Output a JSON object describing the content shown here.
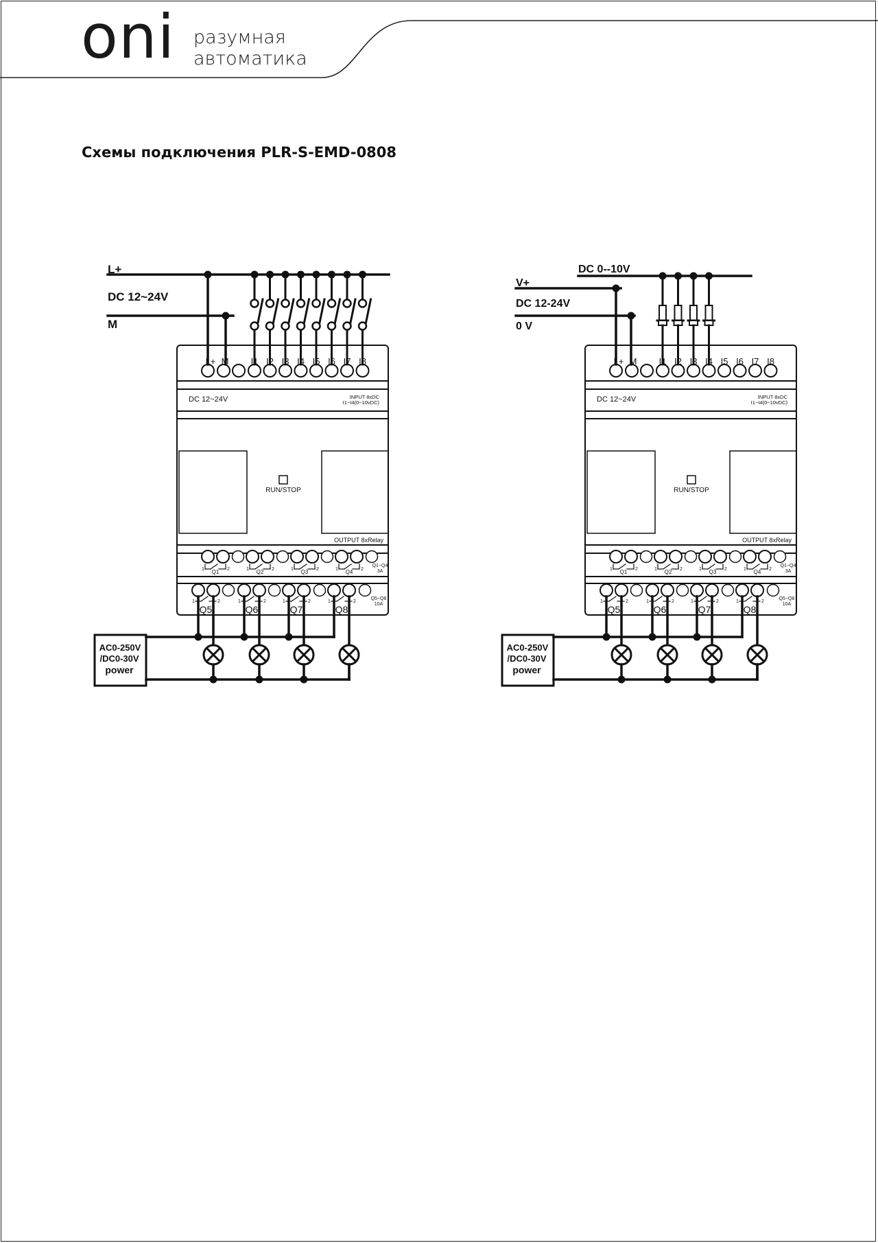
{
  "header": {
    "brand": "oni",
    "tagline_line1": "разумная",
    "tagline_line2": "автоматика"
  },
  "document_title": "Схемы подключения PLR-S-EMD-0808",
  "diagrams": [
    {
      "id": "left",
      "supply_labels": [
        "L+",
        "DC  12~24V",
        "M"
      ],
      "analog_label": "",
      "load_supply_lines": [
        "AC0-250V",
        "/DC0-30V",
        "power"
      ]
    },
    {
      "id": "right",
      "supply_labels": [
        "V+",
        "DC 12-24V",
        "0 V"
      ],
      "analog_label": "DC 0--10V",
      "load_supply_lines": [
        "AC0-250V",
        "/DC0-30V",
        "power"
      ]
    }
  ],
  "module": {
    "power_terminals": [
      "L+",
      "M"
    ],
    "inputs": [
      "I1",
      "I2",
      "I3",
      "I4",
      "I5",
      "I6",
      "I7",
      "I8"
    ],
    "supply_rating": "DC 12~24V",
    "input_info_line1": "INPUT 8xDC",
    "input_info_line2": "I1~I4(0~10vDC)",
    "run_stop_label": "RUN/STOP",
    "output_info": "OUTPUT 8xRelay",
    "upper_outputs": [
      "Q1",
      "Q2",
      "Q3",
      "Q4"
    ],
    "upper_rating_line1": "Q1~Q4",
    "upper_rating_line2": "3A",
    "lower_outputs": [
      "Q5",
      "Q6",
      "Q7",
      "Q8"
    ],
    "lower_rating_line1": "Q5~Q8",
    "lower_rating_line2": "10A",
    "contact_pins": [
      "1",
      "2"
    ]
  }
}
